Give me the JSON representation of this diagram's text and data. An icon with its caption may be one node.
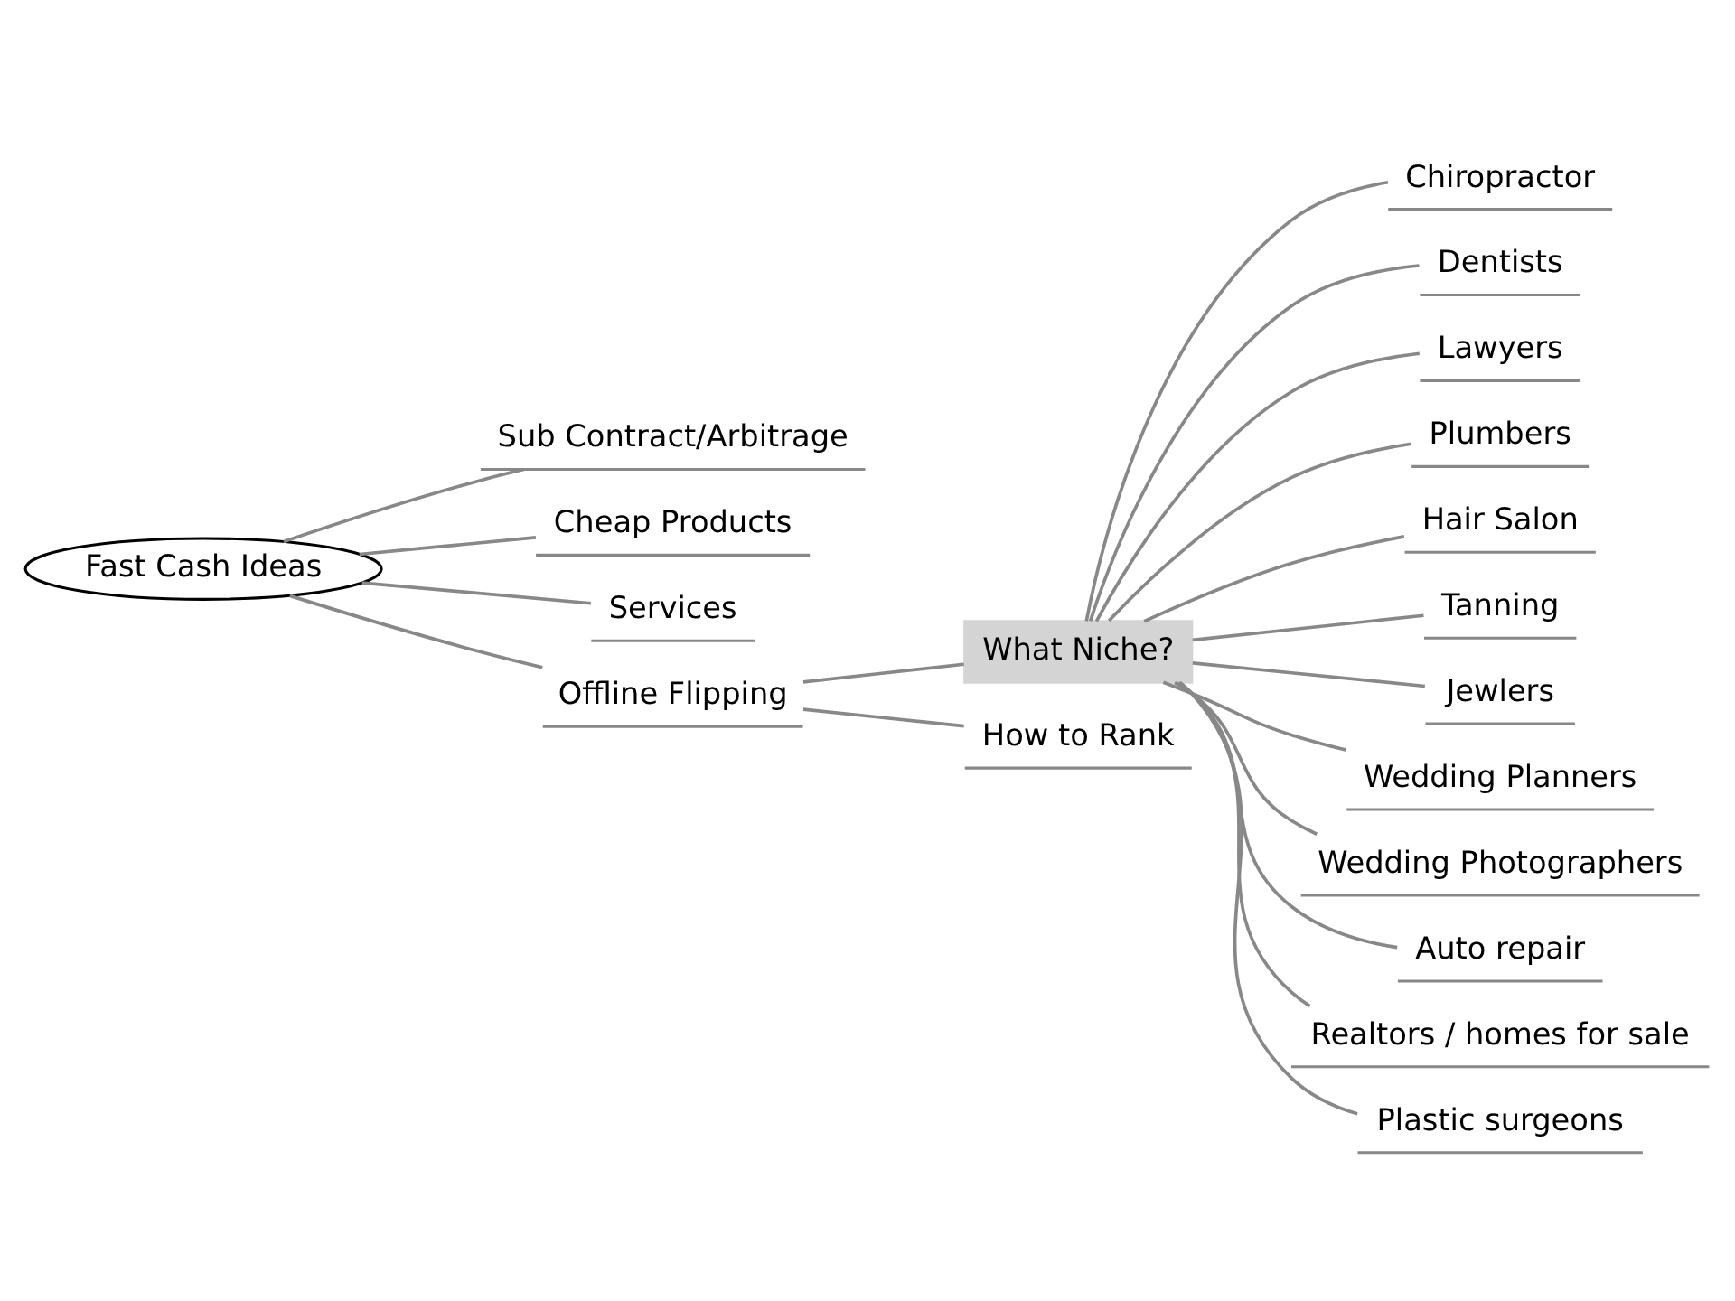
{
  "diagram": {
    "nodes": [
      {
        "text": [
          "Fast Cash Ideas"
        ]
      },
      {
        "text": [
          "Sub Contract/Arbitrage"
        ]
      },
      {
        "text": [
          "Cheap Products"
        ]
      },
      {
        "text": [
          "Services"
        ]
      },
      {
        "text": [
          "Offline Flipping"
        ]
      },
      {
        "text": [
          "What Niche?"
        ]
      },
      {
        "text": [
          "How to Rank"
        ]
      },
      {
        "text": [
          "Chiropractor"
        ]
      },
      {
        "text": [
          "Dentists"
        ]
      },
      {
        "text": [
          "Lawyers"
        ]
      },
      {
        "text": [
          "Plumbers"
        ]
      },
      {
        "text": [
          "Hair Salon"
        ]
      },
      {
        "text": [
          "Tanning"
        ]
      },
      {
        "text": [
          "Jewlers"
        ]
      },
      {
        "text": [
          "Wedding Planners"
        ]
      },
      {
        "text": [
          "Wedding Photographers"
        ]
      },
      {
        "text": [
          "Auto repair"
        ]
      },
      {
        "text": [
          "Realtors / homes for sale"
        ]
      },
      {
        "text": [
          "Plastic surgeons"
        ]
      }
    ],
    "edges": [
      {
        "from": 0,
        "to": 1,
        "arrow": "none"
      },
      {
        "from": 0,
        "to": 2,
        "arrow": "none"
      },
      {
        "from": 0,
        "to": 3,
        "arrow": "none"
      },
      {
        "from": 0,
        "to": 4,
        "arrow": "none"
      },
      {
        "from": 4,
        "to": 5,
        "arrow": "none"
      },
      {
        "from": 4,
        "to": 6,
        "arrow": "none"
      },
      {
        "from": 5,
        "to": 7,
        "arrow": "none"
      },
      {
        "from": 5,
        "to": 8,
        "arrow": "none"
      },
      {
        "from": 5,
        "to": 9,
        "arrow": "none"
      },
      {
        "from": 5,
        "to": 10,
        "arrow": "none"
      },
      {
        "from": 5,
        "to": 11,
        "arrow": "none"
      },
      {
        "from": 5,
        "to": 12,
        "arrow": "none"
      },
      {
        "from": 5,
        "to": 13,
        "arrow": "none"
      },
      {
        "from": 5,
        "to": 14,
        "arrow": "none"
      },
      {
        "from": 5,
        "to": 15,
        "arrow": "none"
      },
      {
        "from": 5,
        "to": 16,
        "arrow": "none"
      },
      {
        "from": 5,
        "to": 17,
        "arrow": "none"
      },
      {
        "from": 5,
        "to": 18,
        "arrow": "none"
      }
    ]
  }
}
